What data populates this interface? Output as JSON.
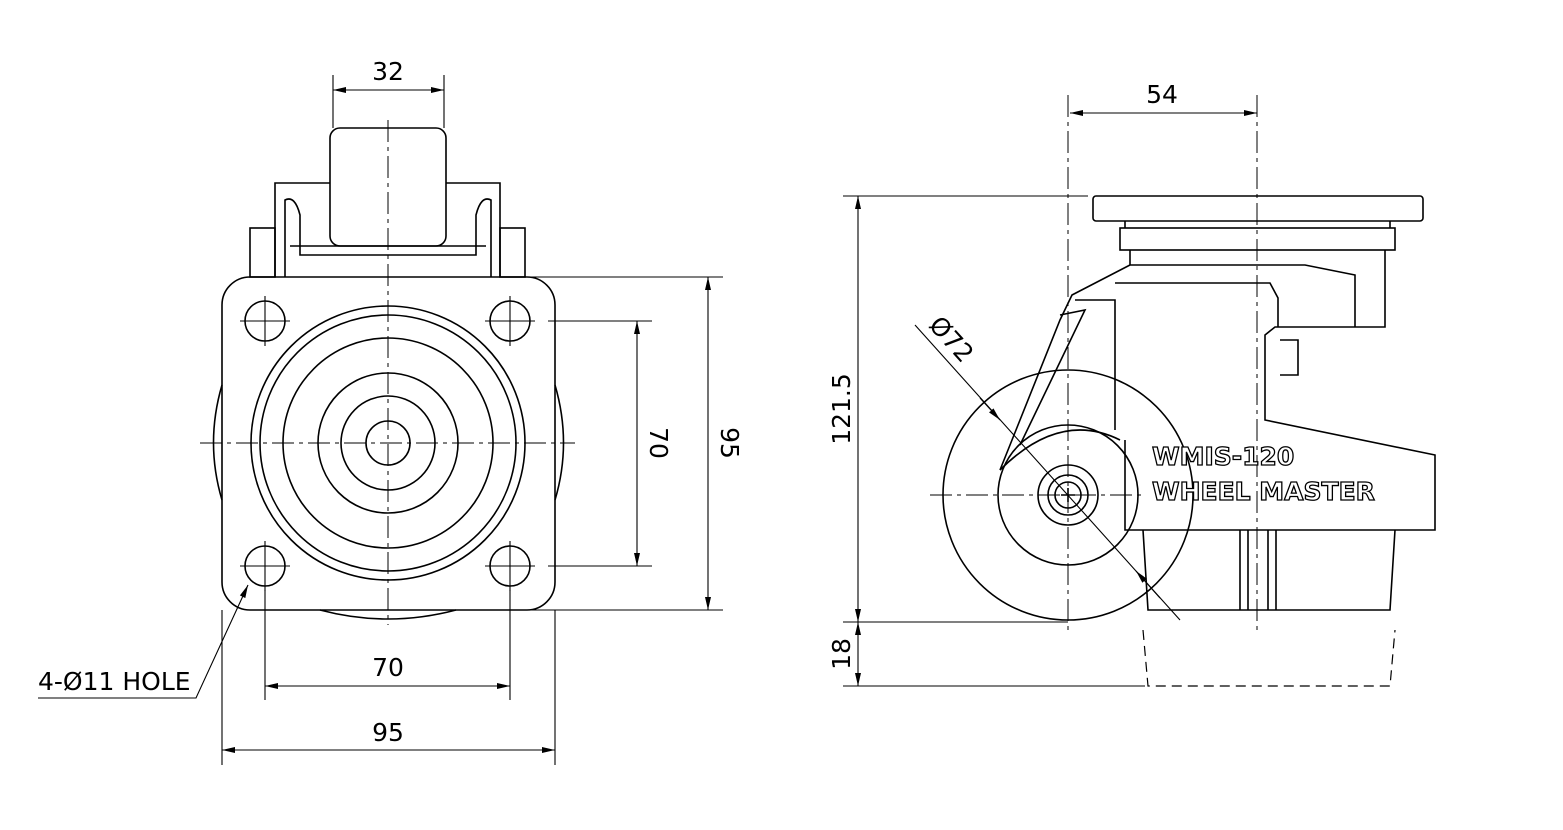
{
  "front_view": {
    "dims": {
      "stem_width": "32",
      "hole_pitch_h": "70",
      "plate_width": "95",
      "hole_pitch_v": "70",
      "plate_height": "95"
    },
    "hole_note": "4-Ø11 HOLE"
  },
  "side_view": {
    "dims": {
      "offset": "54",
      "height": "121.5",
      "lift": "18",
      "wheel_dia": "Ø72"
    },
    "model": "WMIS-120",
    "brand": "WHEEL MASTER"
  }
}
